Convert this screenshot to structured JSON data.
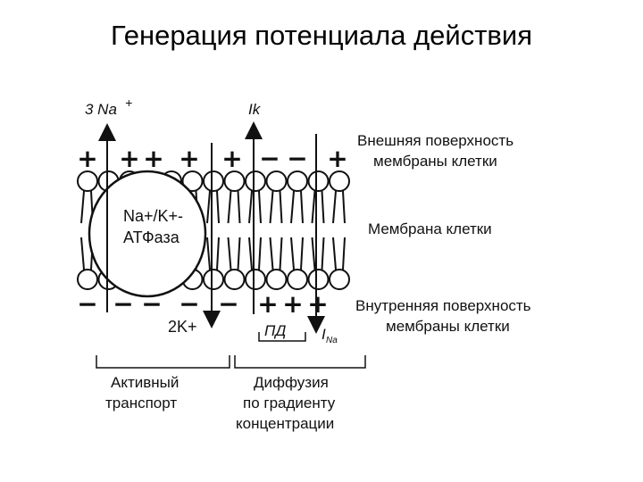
{
  "title": "Генерация потенциала действия",
  "labels": {
    "na_out": "3 Na",
    "na_out_sup": "+",
    "ik": "Ik",
    "pump_line1": "Na+/K+-",
    "pump_line2": "АТФаза",
    "k_in": "2K+",
    "pd": "ПД",
    "ina": "I",
    "ina_sub": "Na",
    "outer_line1": "Внешняя поверхность",
    "outer_line2": "мембраны клетки",
    "membrane": "Мембрана клетки",
    "inner_line1": "Внутренняя поверхность",
    "inner_line2": "мембраны клетки",
    "active_line1": "Активный",
    "active_line2": "транспорт",
    "diff_line1": "Диффузия",
    "diff_line2": "по градиенту",
    "diff_line3": "концентрации"
  },
  "outer_charges": [
    "+",
    "+",
    "+",
    "+",
    "+",
    "−",
    "−",
    "+"
  ],
  "inner_charges": [
    "−",
    "−",
    "−",
    "−",
    "−",
    "+",
    "+",
    "+"
  ]
}
